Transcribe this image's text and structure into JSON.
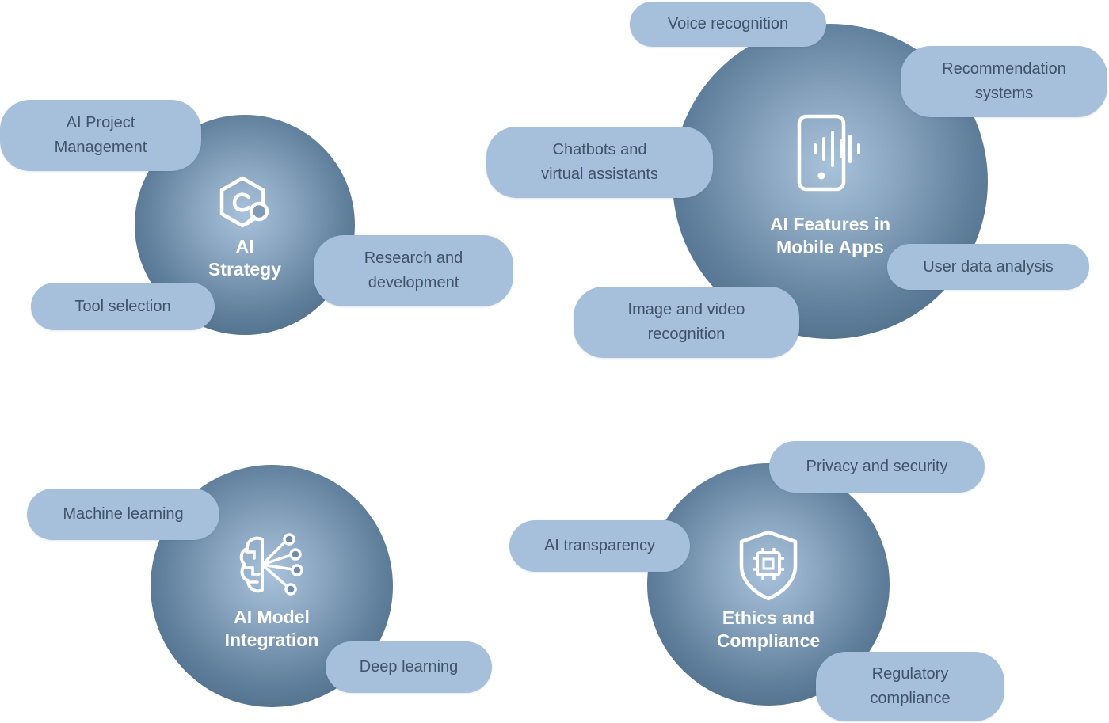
{
  "colors": {
    "pill_bg": "#a6bfdb",
    "pill_text": "#3f5468",
    "hub_light": "#a9c2dc",
    "hub_dark": "#3e5d78",
    "hub_text": "#ffffff"
  },
  "hubs": {
    "strategy": {
      "title": "AI\nStrategy",
      "icon": "hexagon-search-icon",
      "items": {
        "project_management": "AI Project\nManagement",
        "research": "Research and\ndevelopment",
        "tool_selection": "Tool selection"
      }
    },
    "mobile": {
      "title": "AI Features in\nMobile Apps",
      "icon": "phone-voice-icon",
      "items": {
        "voice": "Voice recognition",
        "recommendation": "Recommendation\nsystems",
        "chatbots": "Chatbots and\nvirtual assistants",
        "user_data": "User data analysis",
        "image_video": "Image and video\nrecognition"
      }
    },
    "model": {
      "title": "AI Model\nIntegration",
      "icon": "brain-circuit-icon",
      "items": {
        "machine_learning": "Machine learning",
        "deep_learning": "Deep learning"
      }
    },
    "ethics": {
      "title": "Ethics and\nCompliance",
      "icon": "shield-chip-icon",
      "items": {
        "privacy": "Privacy and security",
        "transparency": "AI transparency",
        "regulatory": "Regulatory\ncompliance"
      }
    }
  }
}
